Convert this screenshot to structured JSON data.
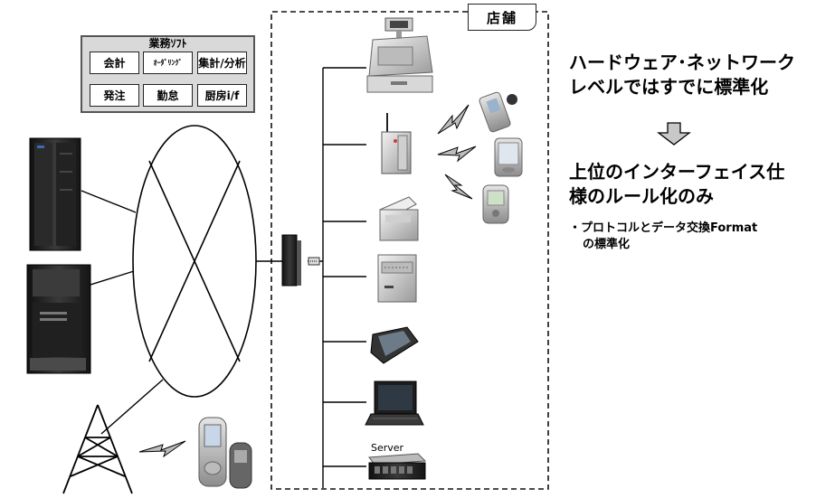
{
  "software_box": {
    "title": "業務ｿﾌﾄ",
    "cells": [
      "会計",
      "ｵｰﾀﾞﾘﾝｸﾞ",
      "集計/分析",
      "発注",
      "勤怠",
      "厨房i/f"
    ]
  },
  "store": {
    "label": "店舗"
  },
  "server_label": "Server",
  "right_panel": {
    "headline1": "ハードウェア･ネットワーク",
    "headline1b": "レベルではすでに標準化",
    "headline2": "上位のインターフェイス仕",
    "headline2b": "様のルール化のみ",
    "bullet_line1": "・プロトコルとデータ交換Format",
    "bullet_line2": "の標準化"
  },
  "icons": [
    "mainframe-server-icon",
    "tower-server-icon",
    "antenna-tower-icon",
    "mobile-phones-icon",
    "network-hub-icon",
    "pos-register-icon",
    "wireless-router-icon",
    "handheld-terminal-icon",
    "pda-icon",
    "receipt-printer-icon",
    "kitchen-printer-icon",
    "tablet-terminal-icon",
    "laptop-icon",
    "rack-server-icon",
    "lightning-bolt-icon",
    "down-arrow-icon"
  ]
}
